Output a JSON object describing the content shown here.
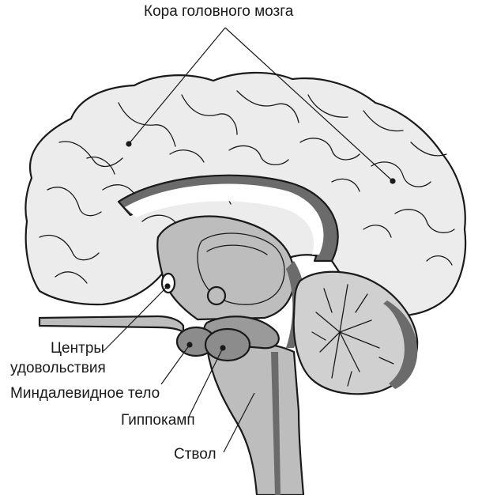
{
  "labels": {
    "cortex": "Кора головного мозга",
    "pleasure_centers_line1": "Центры",
    "pleasure_centers_line2": "удовольствия",
    "amygdala": "Миндалевидное тело",
    "hippocampus": "Гиппокамп",
    "brainstem": "Ствол"
  },
  "colors": {
    "outline": "#1a1a1a",
    "cortex_fill": "#ececec",
    "inner_fill": "#bdbdbd",
    "dark_fill": "#6b6b6b",
    "corpus_callosum": "#ffffff",
    "cerebellum_fill": "#d0d0d0"
  }
}
